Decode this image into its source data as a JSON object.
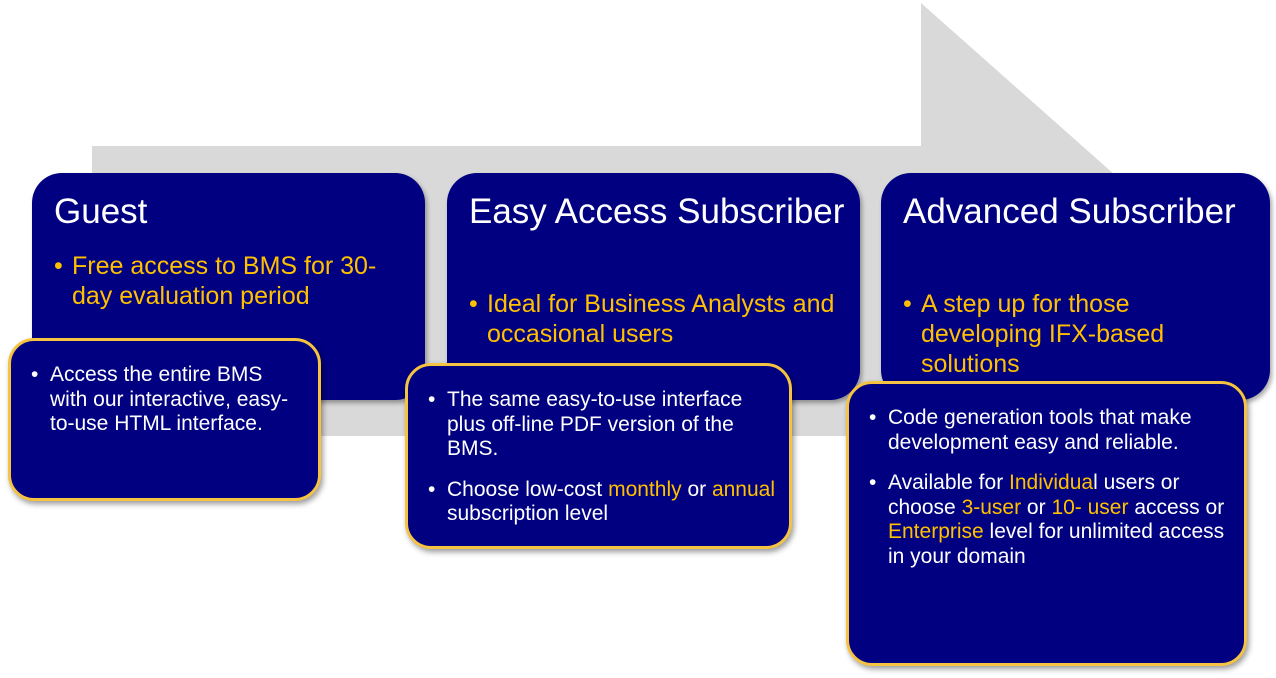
{
  "colors": {
    "box_fill": "#000080",
    "highlight": "#ffc000",
    "card_border": "#f5c242",
    "arrow": "#d9d9d9"
  },
  "tiers": [
    {
      "title": "Guest",
      "bullet": "Free access to BMS  for 30-day evaluation period",
      "card_items": [
        [
          "Access the entire BMS with our interactive,  easy-to-use HTML interface."
        ]
      ]
    },
    {
      "title": "Easy Access Subscriber",
      "bullet": "Ideal for Business Analysts and occasional users",
      "card_items": [
        [
          "The same easy-to-use interface plus off-line PDF version of the BMS."
        ],
        [
          "Choose low-cost ",
          "monthly",
          " or ",
          "annual",
          " subscription level"
        ]
      ]
    },
    {
      "title": "Advanced Subscriber",
      "bullet": "A step up for those developing IFX-based solutions",
      "card_items": [
        [
          "Code generation tools that make development easy and reliable."
        ],
        [
          "Available for ",
          "Individua",
          "l users or choose ",
          "3-user",
          " or ",
          "10- user",
          " access or ",
          "Enterprise",
          " level  for unlimited access in your domain"
        ]
      ]
    }
  ]
}
